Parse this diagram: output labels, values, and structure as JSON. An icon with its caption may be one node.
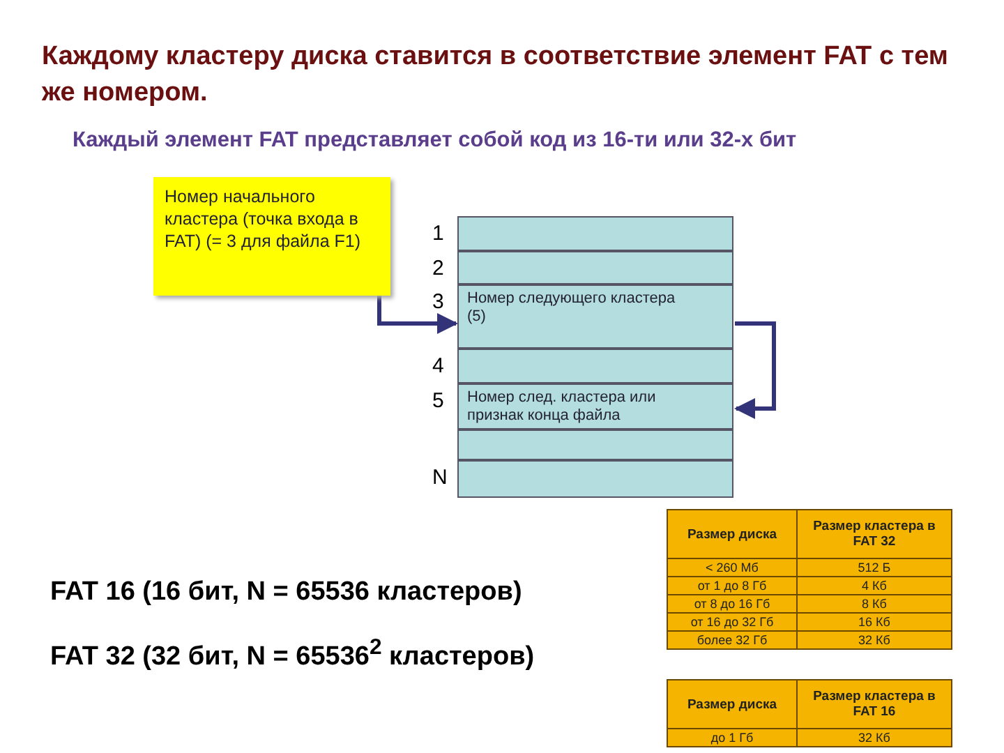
{
  "diagram": {
    "title": "Каждому кластеру диска ставится в соответствие элемент FAT с тем же номером.",
    "nodes": [
      {
        "text": [
          "Номер начального кластера (точка входа в FAT) (= 3  для файла F1)"
        ]
      },
      {
        "text": [],
        "shape": "box",
        "beside": [
          "1"
        ]
      },
      {
        "text": [],
        "shape": "box",
        "beside": [
          "2"
        ]
      },
      {
        "text": [
          "Номер следующего кластера (5)"
        ],
        "beside": [
          "3"
        ]
      },
      {
        "text": [],
        "shape": "box",
        "beside": [
          "4"
        ]
      },
      {
        "text": [
          "Номер след. кластера или признак конца файла"
        ],
        "beside": [
          "5"
        ]
      },
      {
        "text": [],
        "shape": "box"
      },
      {
        "text": [],
        "shape": "box",
        "beside": [
          "N"
        ]
      }
    ],
    "edges": [
      {
        "from": 0,
        "to": 3,
        "arrow": "to"
      },
      {
        "from": 3,
        "to": 5,
        "arrow": "to"
      }
    ],
    "labels": [
      "Каждый элемент FAT представляет собой код из 16-ти или 32-х бит",
      "FAT 16 (16 бит, N = 65536 кластеров)",
      "FAT 32 (32 бит, N = 65536$^{2}$ кластеров)",
      "Размер диска",
      "Размер кластера в FAT 32",
      "< 260 Мб",
      "512 Б",
      "от 1 до 8 Гб",
      "4 Кб",
      "от 8 до 16 Гб",
      "8 Кб",
      "от 16 до 32 Гб",
      "16 Кб",
      "более 32 Гб",
      "32 Кб",
      "Размер диска",
      "Размер кластера в FAT 16",
      "до 1 Гб",
      "32 Кб"
    ]
  }
}
